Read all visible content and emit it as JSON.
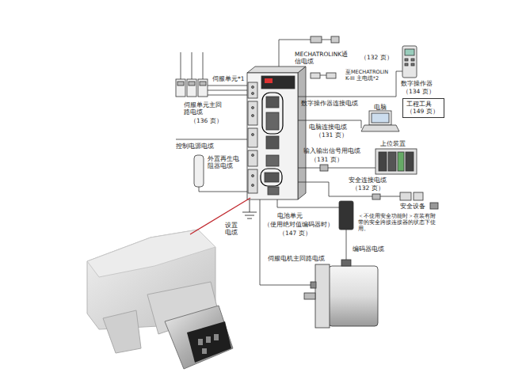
{
  "diagram": {
    "nodes": [
      {
        "text": [
          "工程工具",
          "（149 页）"
        ]
      }
    ],
    "labels": [
      "伺服单元*1",
      "MECHATROLINK通信电缆",
      "（132 页）",
      "至MECHATROLINK-III 主电缆*2",
      "数字操作器",
      "（134 页）",
      "数字操作器连接电缆",
      "电脑",
      "电脑连接电缆",
      "（131 页）",
      "输入输出信号用电缆",
      "（131 页）",
      "上位装置",
      "安全连接电缆",
      "（132 页）",
      "安全设备",
      "＜不使用安全功能时＞在装有附带的安全跨接连接器的状态下使用。",
      "伺服单元主回路电缆",
      "（136 页）",
      "控制电源电缆",
      "外置再生电阻器电缆",
      "设置电缆",
      "电池单元",
      "（使用绝对值编码器时）",
      "（147 页）",
      "编码器电缆",
      "伺服电机主回路电缆"
    ]
  }
}
